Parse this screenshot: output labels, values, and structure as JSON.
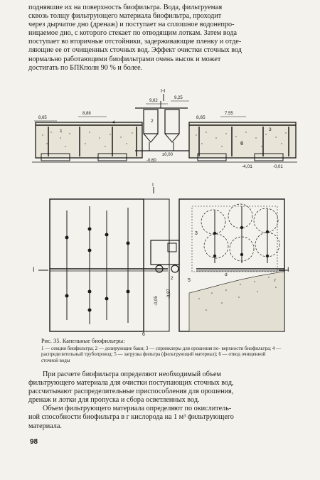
{
  "top_paragraph": {
    "lines": [
      "поднявшие их на поверхность биофильтра. Вода, фильтруемая",
      "сквозь толщу фильтрующего материала биофильтра, проходит",
      "через дырчатое дно (дренаж) и поступает на сплошное водонепро-",
      "ницаемое дно, с которого стекает по отводящим лоткам. Затем вода",
      "поступает во вторичные отстойники, задерживающие пленку и отде-",
      "ляющие ее от очищенных сточных вод. Эффект очистки сточных вод",
      "нормально работающими биофильтрами очень высок и может",
      "достигать по БПКполн 90 % и более."
    ]
  },
  "figure": {
    "section_marks": {
      "i1": "I-I",
      "i_top": "I",
      "i_left": "I",
      "i_right": "I",
      "d": "d",
      "g": "г"
    },
    "dimensions": [
      "8,65",
      "8,88",
      "8,65",
      "9,62",
      "9,25",
      "7,55",
      "±0,00",
      "-0,60",
      "-0,01",
      "-4,01",
      "-0,05",
      "-3,87"
    ],
    "callouts": [
      "1",
      "2",
      "3",
      "4",
      "5",
      "6",
      "б"
    ]
  },
  "caption": {
    "title": "Рис. 35. Капельные биофильтры:",
    "text": "1 — секции биофильтра; 2 — дозирующие баки; 3 — спринклеры для орошения по- верхности биофильтра; 4 — распределительный трубопровод; 5 — загрузка фильтра (фильтрующий материал); 6 — отвод очищенной сточной воды"
  },
  "bottom_paragraph": {
    "lines": [
      "При расчете биофильтра определяют необходимый объем",
      "фильтрующего материала для очистки поступающих сточных вод,",
      "рассчитывают распределительные приспособления для орошения,",
      "дренаж и лотки для пропуска и сбора осветленных вод.",
      "Объем фильтрующего материала определяют по окислитель-",
      "ной способности биофильтра в г кислорода на 1 м³ фильтрующего",
      "материала."
    ],
    "indent_lines": [
      0,
      4
    ]
  },
  "page_number": "98"
}
